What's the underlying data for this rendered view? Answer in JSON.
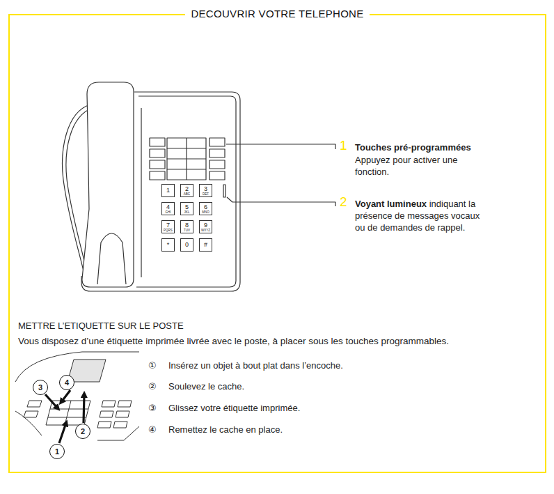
{
  "diagram": {
    "title": "DECOUVRIR VOTRE TELEPHONE",
    "nodes": [
      {
        "text": [
          "DECOUVRIR VOTRE TELEPHONE"
        ]
      },
      {
        "text": [
          "1"
        ],
        "in": 0
      },
      {
        "text": [
          "2",
          "ABC"
        ],
        "in": 0
      },
      {
        "text": [
          "3",
          "DEF"
        ],
        "in": 0
      },
      {
        "text": [
          "4",
          "GHI"
        ],
        "in": 0
      },
      {
        "text": [
          "5",
          "JKL"
        ],
        "in": 0
      },
      {
        "text": [
          "6",
          "MNO"
        ],
        "in": 0
      },
      {
        "text": [
          "7",
          "PQRS"
        ],
        "in": 0
      },
      {
        "text": [
          "8",
          "TUV"
        ],
        "in": 0
      },
      {
        "text": [
          "9",
          "WXYZ"
        ],
        "in": 0
      },
      {
        "text": [
          "*"
        ],
        "in": 0
      },
      {
        "text": [
          "0"
        ],
        "in": 0
      },
      {
        "text": [
          "#"
        ],
        "in": 0
      },
      {
        "text": [
          "4"
        ],
        "in": 0
      },
      {
        "text": [
          "3"
        ],
        "in": 0
      },
      {
        "text": [
          "2"
        ],
        "in": 0
      },
      {
        "text": [
          "1"
        ],
        "in": 0
      }
    ],
    "labels": [
      "1",
      "Touches pré-programmées",
      "Appuyez pour activer une fonction.",
      "2",
      "Voyant lumineux",
      "indiquant la présence de messages vocaux ou de demandes de rappel.",
      "METTRE L’ETIQUETTE SUR LE POSTE",
      "Vous disposez d’une étiquette imprimée livrée avec le poste, à placer sous les touches programmables.",
      "①",
      "Insérez un objet à bout plat dans l’encoche.",
      "②",
      "Soulevez le cache.",
      "③",
      "Glissez votre étiquette imprimée.",
      "④",
      "Remettez le cache en place."
    ]
  }
}
